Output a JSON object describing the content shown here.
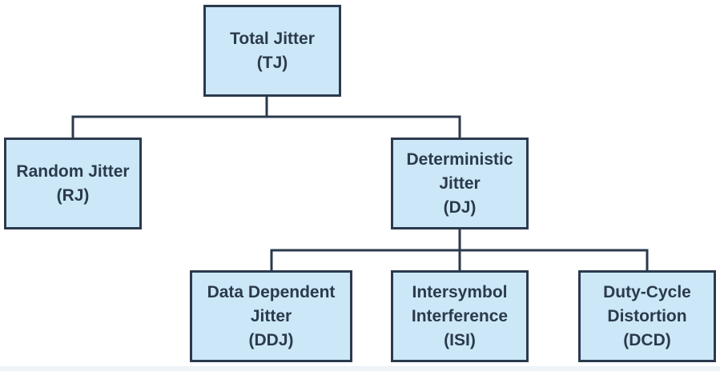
{
  "diagram": {
    "nodes": {
      "total": {
        "line1": "Total Jitter",
        "line2": "(TJ)"
      },
      "random": {
        "line1": "Random Jitter",
        "line2": "(RJ)"
      },
      "deterministic": {
        "line1": "Deterministic",
        "line2": "Jitter",
        "line3": "(DJ)"
      },
      "ddj": {
        "line1": "Data Dependent",
        "line2": "Jitter",
        "line3": "(DDJ)"
      },
      "isi": {
        "line1": "Intersymbol",
        "line2": "Interference",
        "line3": "(ISI)"
      },
      "dcd": {
        "line1": "Duty-Cycle",
        "line2": "Distortion",
        "line3": "(DCD)"
      }
    },
    "colors": {
      "node_fill": "#cce8f8",
      "stroke": "#2b3a4d",
      "text": "#2b3a4d"
    }
  }
}
